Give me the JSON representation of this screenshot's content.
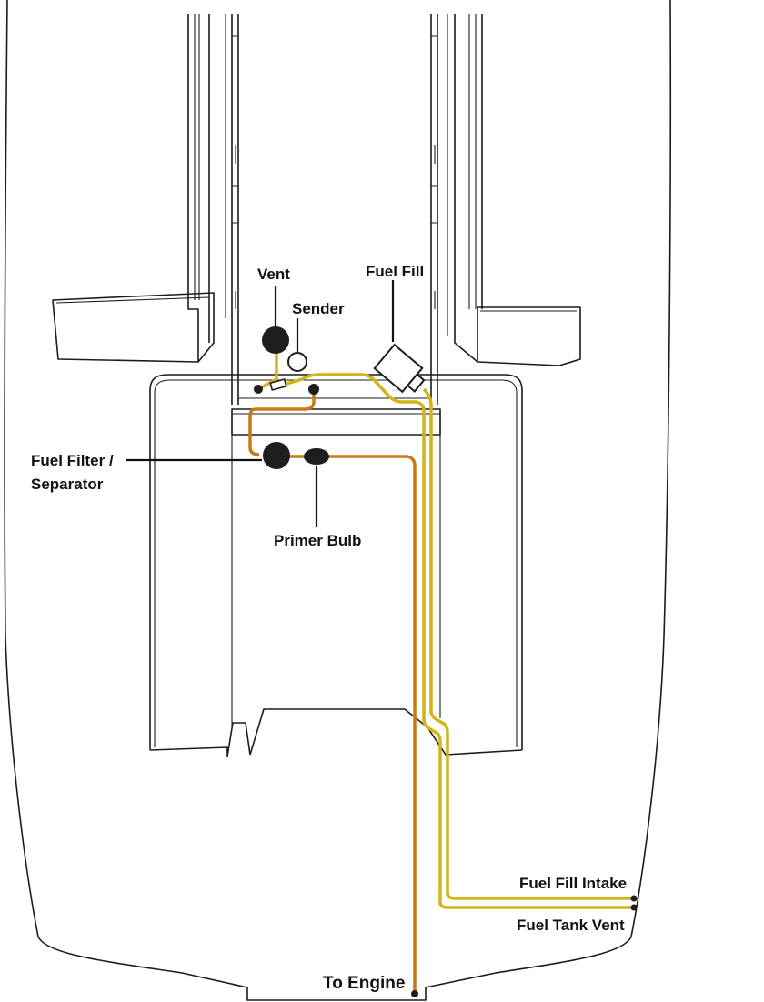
{
  "colors": {
    "fuel_line": "#c97a12",
    "vent_line": "#d2b416",
    "outline": "#1c1c1c",
    "component": "#1e1e1e",
    "background": "#ffffff"
  },
  "labels": {
    "vent": "Vent",
    "sender": "Sender",
    "fuel_fill": "Fuel Fill",
    "fuel_filter_line1": "Fuel Filter /",
    "fuel_filter_line2": "Separator",
    "primer_bulb": "Primer Bulb",
    "fuel_fill_intake": "Fuel Fill Intake",
    "fuel_tank_vent": "Fuel Tank Vent",
    "to_engine": "To Engine"
  }
}
